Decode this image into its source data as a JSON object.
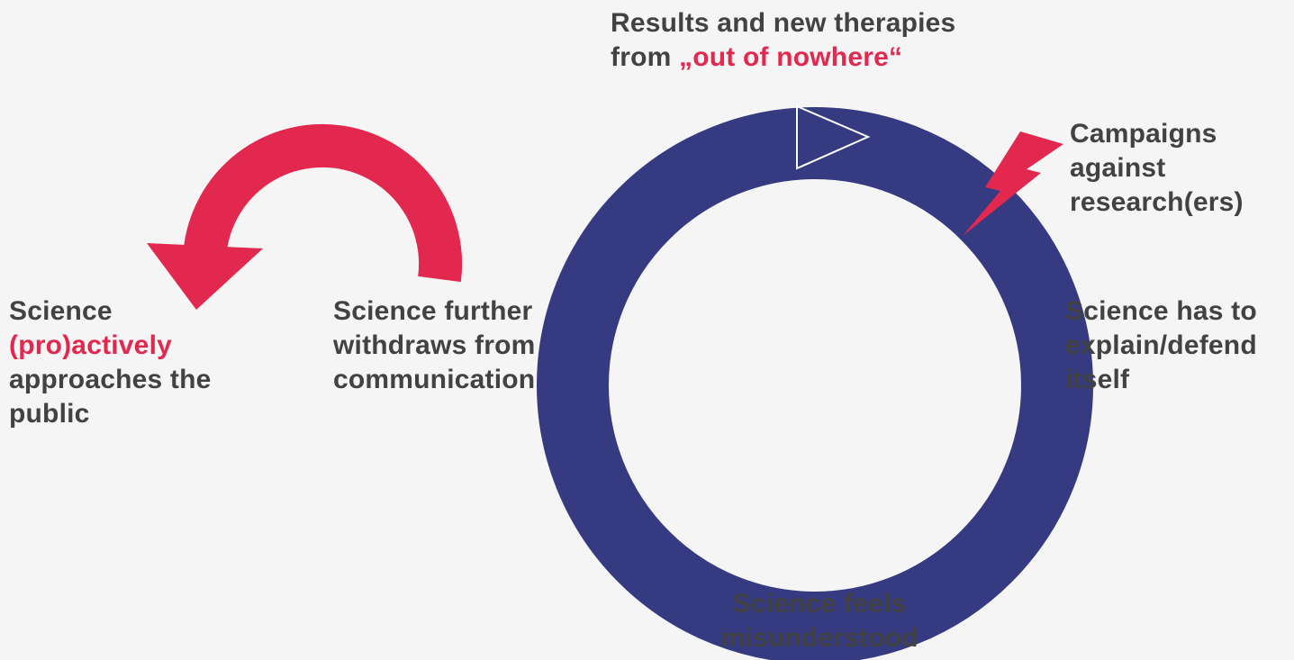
{
  "colors": {
    "cycle": "#363a80",
    "accent": "#e3284f",
    "text": "#424242",
    "background": "#f5f5f5"
  },
  "icons": {
    "cycle_arrowhead": "triangle-arrowhead-icon",
    "lightning": "lightning-bolt-icon",
    "curved_arrow": "curved-arrow-left-icon"
  },
  "top": {
    "line1": "Results and new therapies",
    "line2_prefix": "from ",
    "line2_highlight": "„out of nowhere“"
  },
  "campaigns": {
    "line1": "Campaigns",
    "line2": "against",
    "line3": "research(ers)"
  },
  "explain": {
    "line1": "Science has to",
    "line2": "explain/defend",
    "line3": "itself"
  },
  "misunderstood": {
    "line1": "Science feels",
    "line2": "misunderstood"
  },
  "withdraws": {
    "line1": "Science further",
    "line2": "withdraws from",
    "line3": "communication"
  },
  "approaches": {
    "line1": "Science",
    "line2": "(pro)actively",
    "line3": "approaches the",
    "line4": "public"
  }
}
